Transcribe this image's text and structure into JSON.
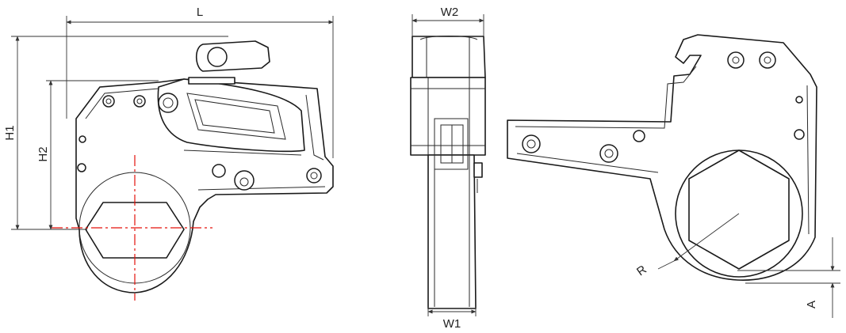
{
  "labels": {
    "L": "L",
    "H1": "H1",
    "H2": "H2",
    "W1": "W1",
    "W2": "W2",
    "R": "R",
    "A": "A"
  },
  "colors": {
    "outline": "#1a1a1a",
    "centerline": "#e3120b",
    "background": "#ffffff"
  }
}
